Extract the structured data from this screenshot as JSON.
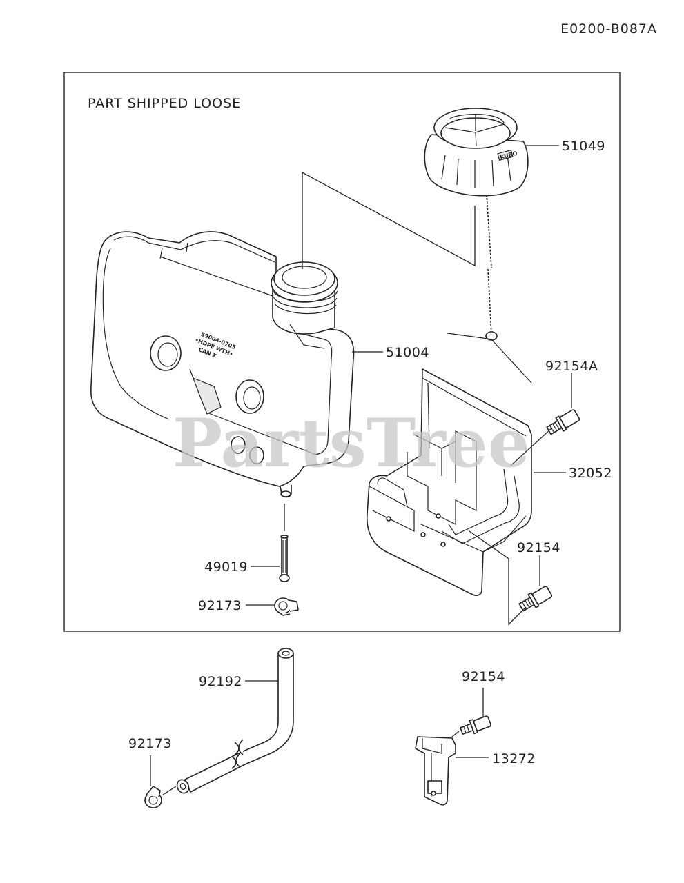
{
  "diagram_code": "E0200-B087A",
  "section_note": "PART SHIPPED LOOSE",
  "watermark": "PartsTree",
  "watermark_tm": "™",
  "tank_embossing": [
    "59004-0705",
    "•HDPE WTH•",
    "CAN X"
  ],
  "cap_marking": "KUBO",
  "callouts": {
    "cap": "51049",
    "tank": "51004",
    "bolt_upper": "92154A",
    "bracket": "32052",
    "bolt_lower": "92154",
    "fitting": "49019",
    "clamp_upper": "92173",
    "hose": "92192",
    "clamp_lower": "92173",
    "bolt_clip": "92154",
    "clip": "13272"
  }
}
